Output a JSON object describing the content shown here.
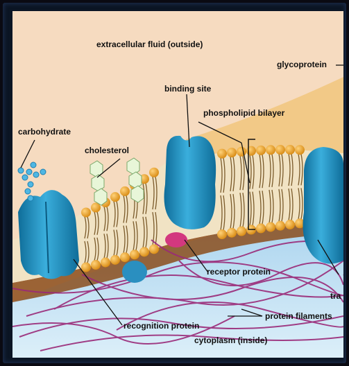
{
  "labels": {
    "extracellular": "extracellular fluid (outside)",
    "glycoprotein": "glycoprotein",
    "binding_site": "binding site",
    "phospholipid_bilayer": "phospholipid bilayer",
    "carbohydrate": "carbohydrate",
    "cholesterol": "cholesterol",
    "receptor_protein": "receptor protein",
    "recognition_protein": "recognition protein",
    "protein_filaments": "protein filaments",
    "cytoplasm": "cytoplasm (inside)",
    "transport_fragment": "tra"
  },
  "colors": {
    "extracellular": "#f6dbc0",
    "glyco_band": "#f2c987",
    "cytoplasm": "#c9e3f3",
    "lipid_head": "#f0a830",
    "tail": "#7a5a2a",
    "protein": "#1f8fc0",
    "filament": "#9a2a78",
    "cholesterol": "#e8f6d8"
  }
}
